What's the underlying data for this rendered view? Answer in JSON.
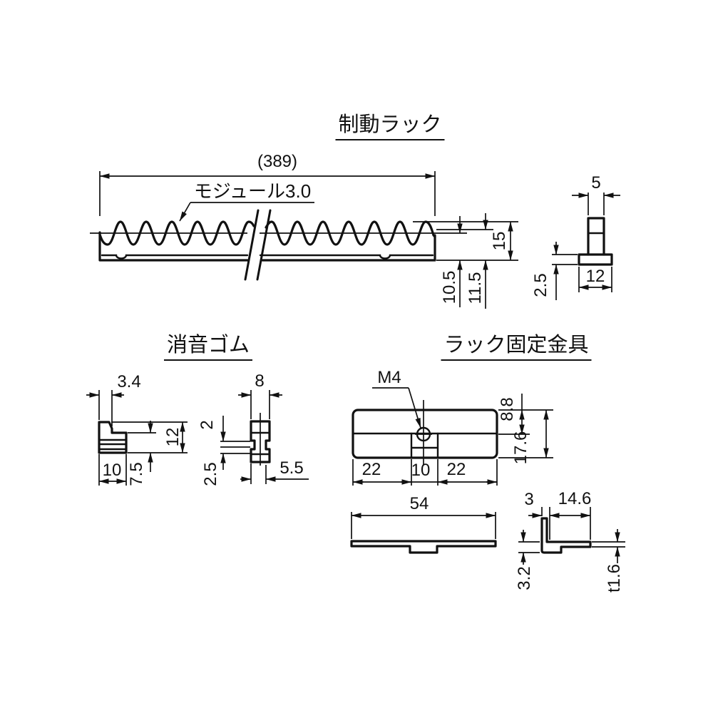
{
  "titles": {
    "rack": "制動ラック",
    "rubber": "消音ゴム",
    "bracket": "ラック固定金具"
  },
  "rack": {
    "overall_length": "(389)",
    "module": "モジュール3.0",
    "total_height": "15",
    "pitch_height": "10.5",
    "tip_height": "11.5",
    "section": {
      "top_width": "5",
      "base_width": "12",
      "base_thickness": "2.5"
    }
  },
  "rubber": {
    "lip_width": "3.4",
    "height": "12",
    "base_width": "10",
    "lower_height": "7.5",
    "width": "8",
    "groove_upper": "2",
    "groove_lower": "2.5",
    "foot_offset": "5.5"
  },
  "bracket": {
    "hole": "M4",
    "hole_offset": "8.8",
    "height": "17.6",
    "left_span": "22",
    "center_span": "10",
    "right_span": "22",
    "length": "54",
    "flange_width": "3",
    "web_width": "14.6",
    "hook_height": "3.2",
    "thickness": "t1.6"
  }
}
